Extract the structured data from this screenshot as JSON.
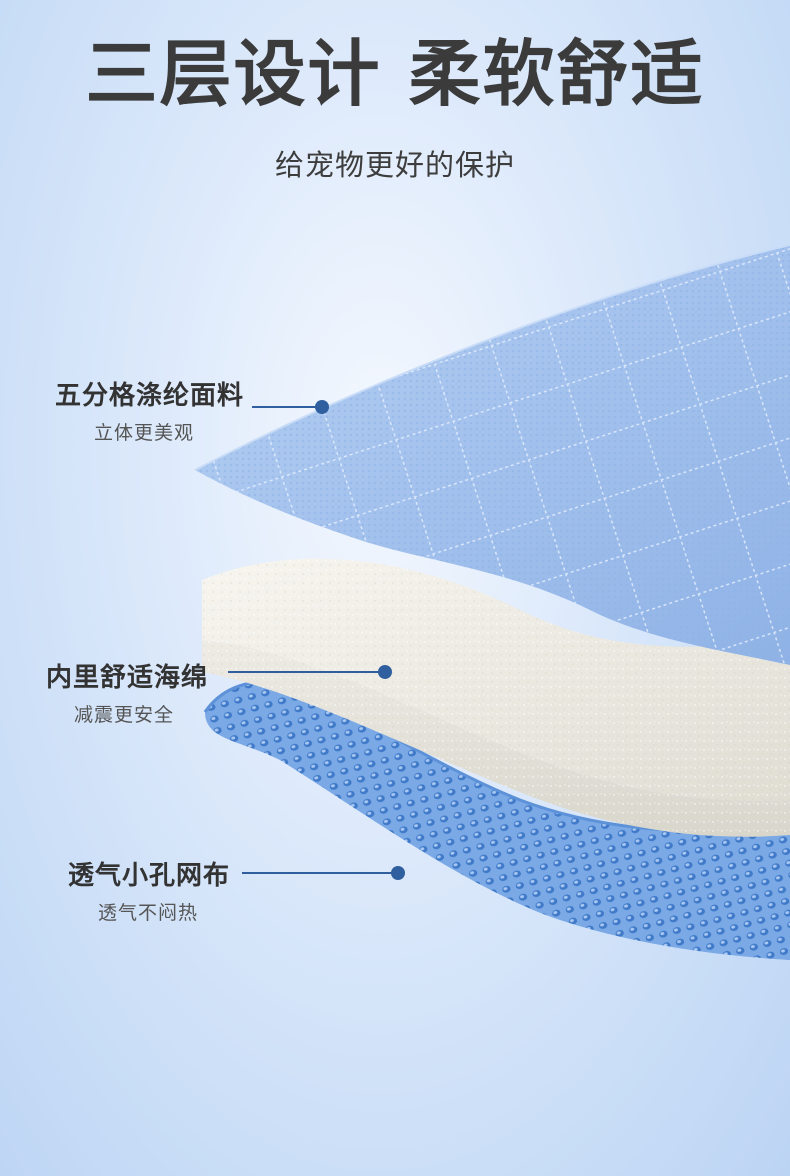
{
  "heading": {
    "title": "三层设计 柔软舒适",
    "subtitle": "给宠物更好的保护"
  },
  "layers": [
    {
      "name": "五分格涤纶面料",
      "desc": "立体更美观"
    },
    {
      "name": "内里舒适海绵",
      "desc": "减震更安全"
    },
    {
      "name": "透气小孔网布",
      "desc": "透气不闷热"
    }
  ],
  "colors": {
    "title_text": "#3b3b3b",
    "fabric_blue": "#9fc0ec",
    "sponge_cream": "#e9e7df",
    "mesh_blue": "#76a7e6",
    "leader_line": "#2f5f9e"
  }
}
